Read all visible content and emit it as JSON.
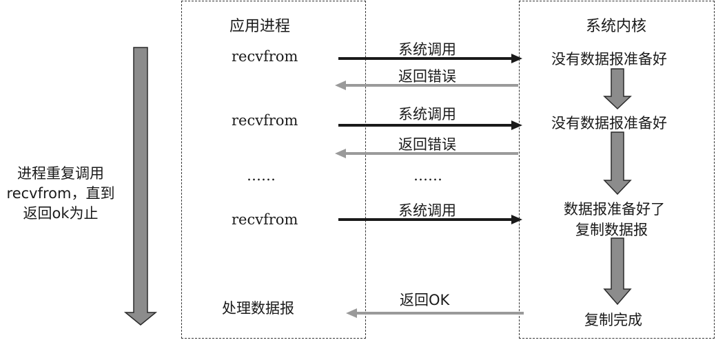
{
  "left_caption": {
    "line1": "进程重复调用",
    "line2": "recvfrom，直到",
    "line3": "返回ok为止"
  },
  "columns": {
    "app_title": "应用进程",
    "kernel_title": "系统内核"
  },
  "rows": [
    {
      "app": "recvfrom",
      "call": "系统调用",
      "reply": "返回错误",
      "kernel": "没有数据报准备好"
    },
    {
      "app": "recvfrom",
      "call": "系统调用",
      "reply": "返回错误",
      "kernel": "没有数据报准备好"
    },
    {
      "app": "……",
      "mid": "……"
    },
    {
      "app": "recvfrom",
      "call": "系统调用",
      "kernel_line1": "数据报准备好了",
      "kernel_line2": "复制数据报"
    },
    {
      "app": "处理数据报",
      "reply": "返回OK",
      "kernel": "复制完成"
    }
  ],
  "colors": {
    "call_arrow": "#1a1a1a",
    "reply_arrow": "#9a9a9a",
    "block_arrow_fill": "#8c8c8c",
    "block_arrow_stroke": "#2a2a2a"
  }
}
